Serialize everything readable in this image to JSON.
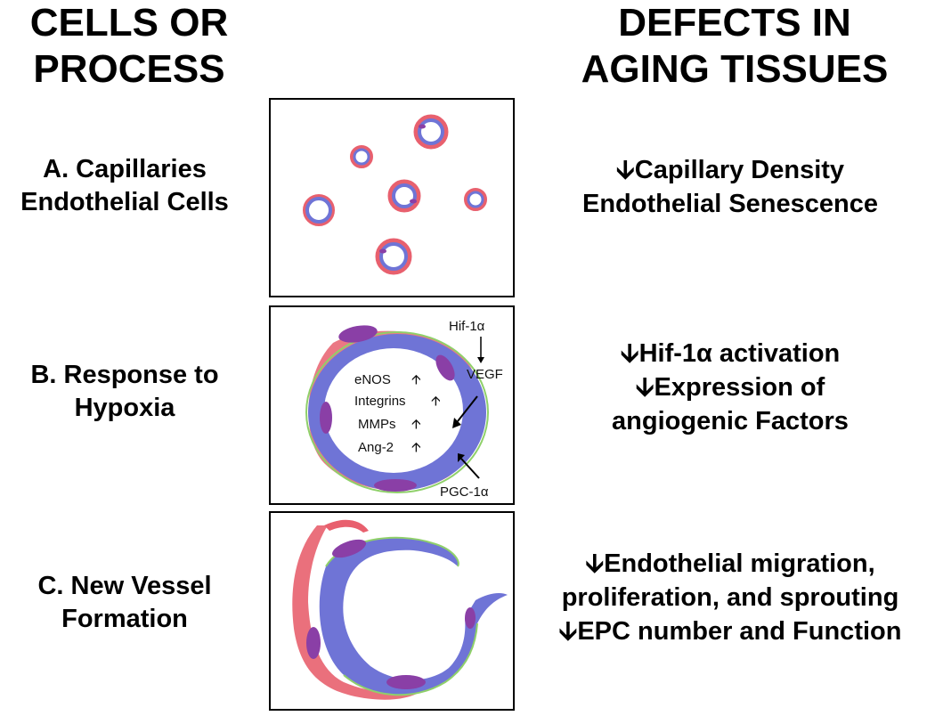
{
  "headers": {
    "left": [
      "CELLS OR",
      "PROCESS"
    ],
    "right": [
      "DEFECTS IN",
      "AGING TISSUES"
    ]
  },
  "rows": [
    {
      "label": [
        "A. Capillaries",
        "Endothelial Cells"
      ],
      "defects": [
        {
          "arrow": "🡫",
          "text": "Capillary Density"
        },
        {
          "arrow": "",
          "text": "Endothelial Senescence"
        }
      ]
    },
    {
      "label": [
        "B. Response to",
        "Hypoxia"
      ],
      "defects": [
        {
          "arrow": "🡫",
          "text": "Hif-1α activation"
        },
        {
          "arrow": "🡫",
          "text": "Expression of"
        },
        {
          "arrow": "",
          "text": "angiogenic Factors"
        }
      ]
    },
    {
      "label": [
        "C. New Vessel",
        "Formation"
      ],
      "defects": [
        {
          "arrow": "🡫",
          "text": "Endothelial migration,"
        },
        {
          "arrow": "",
          "text": "proliferation, and sprouting"
        },
        {
          "arrow": "🡫",
          "text": "EPC number and Function"
        }
      ]
    }
  ],
  "panel_b_annotations": {
    "hif": "Hif-1α",
    "vegf": "VEGF",
    "enos": "eNOS",
    "integrins": "Integrins",
    "mmps": "MMPs",
    "ang2": "Ang-2",
    "pgc": "PGC-1α"
  },
  "colors": {
    "endothelium": "#6f74d6",
    "pericyte": "#e8606e",
    "nucleus": "#8a3fa6",
    "basement": "#8fd06a"
  }
}
